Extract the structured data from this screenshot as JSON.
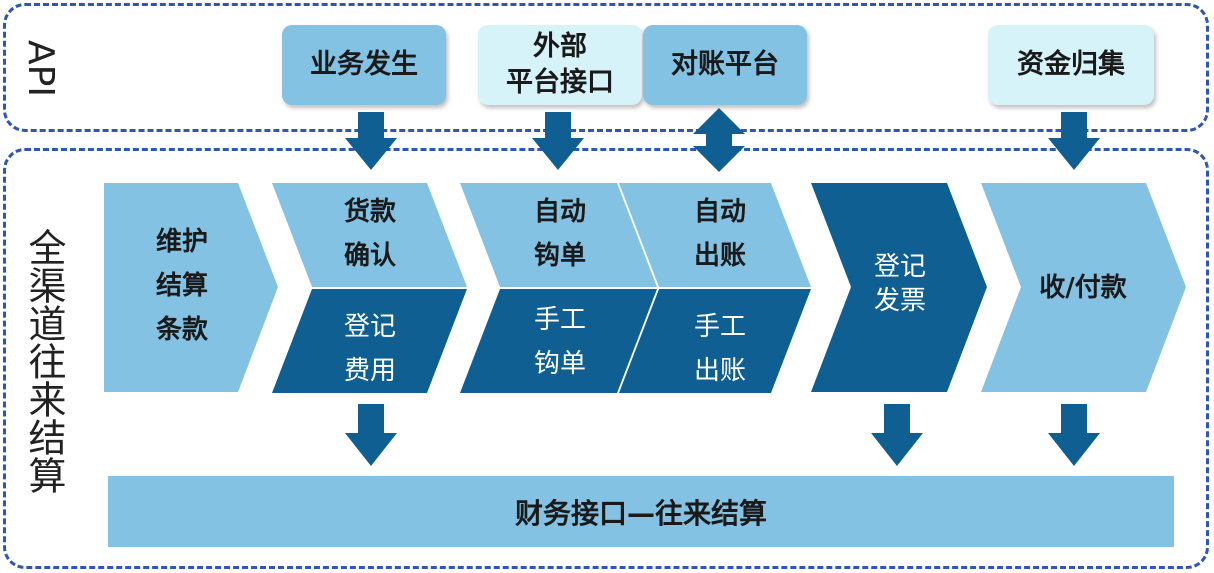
{
  "api": {
    "label": "API"
  },
  "main": {
    "label": "全渠道往来结算"
  },
  "top_boxes": {
    "business": "业务发生",
    "external": "外部\n平台接口",
    "recon": "对账平台",
    "funds": "资金归集"
  },
  "flow": {
    "maintain": "维护\n结算\n条款",
    "payment_confirm": "货款\n确认",
    "register_expense": "登记\n费用",
    "auto_hook": "自动\n钩单",
    "manual_hook": "手工\n钩单",
    "auto_bill": "自动\n出账",
    "manual_bill": "手工\n出账",
    "register_invoice": "登记\n发票",
    "collect_pay": "收/付款"
  },
  "bottom": {
    "label": "财务接口—往来结算"
  },
  "colors": {
    "light_blue": "#84c2e4",
    "dark_blue": "#0f5f92",
    "pale_cyan": "#d6f3fa",
    "border_blue": "#2f55b5"
  }
}
